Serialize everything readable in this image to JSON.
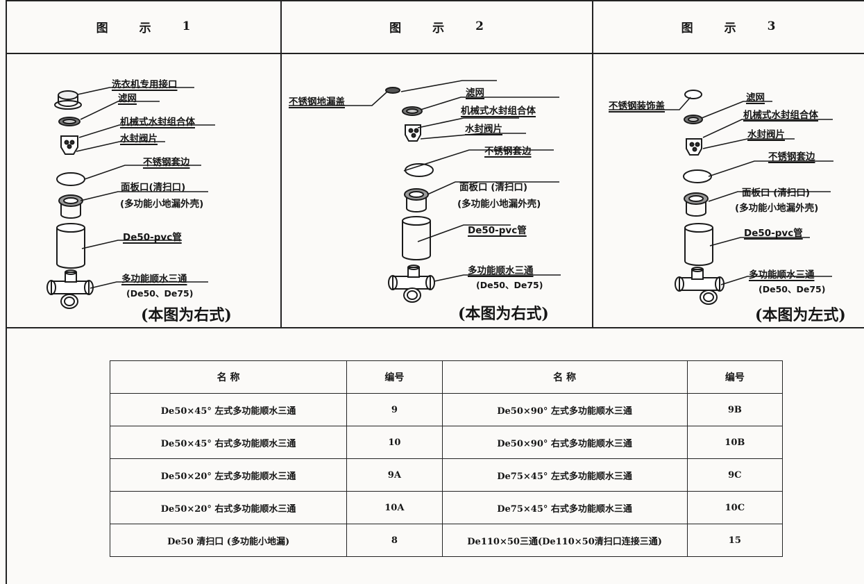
{
  "panels": [
    {
      "title": {
        "a": "图",
        "b": "示",
        "n": "1"
      },
      "labels": [
        "洗衣机专用接口",
        "滤网",
        "机械式水封组合体",
        "水封阀片",
        "不锈钢套边",
        "面板口(清扫口)",
        "(多功能小地漏外壳)",
        "De50-pvc管",
        "多功能顺水三通",
        "(De50、De75)"
      ],
      "note": "(本图为右式)"
    },
    {
      "title": {
        "a": "图",
        "b": "示",
        "n": "2"
      },
      "labels": [
        "不锈钢地漏盖",
        "滤网",
        "机械式水封组合体",
        "水封阀片",
        "不锈钢套边",
        "面板口 (清扫口)",
        "(多功能小地漏外壳)",
        "De50-pvc管",
        "多功能顺水三通",
        "(De50、De75)"
      ],
      "note": "(本图为右式)"
    },
    {
      "title": {
        "a": "图",
        "b": "示",
        "n": "3"
      },
      "labels": [
        "不锈钢装饰盖",
        "滤网",
        "机械式水封组合体",
        "水封阀片",
        "不锈钢套边",
        "面板口 (清扫口)",
        "(多功能小地漏外壳)",
        "De50-pvc管",
        "多功能顺水三通",
        "(De50、De75)"
      ],
      "note": "(本图为左式)"
    }
  ],
  "table": {
    "headers": [
      "名 称",
      "编号",
      "名 称",
      "编号"
    ],
    "rows": [
      [
        "De50×45° 左式多功能顺水三通",
        "9",
        "De50×90° 左式多功能顺水三通",
        "9B"
      ],
      [
        "De50×45° 右式多功能顺水三通",
        "10",
        "De50×90° 右式多功能顺水三通",
        "10B"
      ],
      [
        "De50×20° 左式多功能顺水三通",
        "9A",
        "De75×45° 左式多功能顺水三通",
        "9C"
      ],
      [
        "De50×20° 右式多功能顺水三通",
        "10A",
        "De75×45° 右式多功能顺水三通",
        "10C"
      ],
      [
        "De50  清扫口 (多功能小地漏)",
        "8",
        "De110×50三通(De110×50清扫口连接三通)",
        "15"
      ]
    ]
  }
}
